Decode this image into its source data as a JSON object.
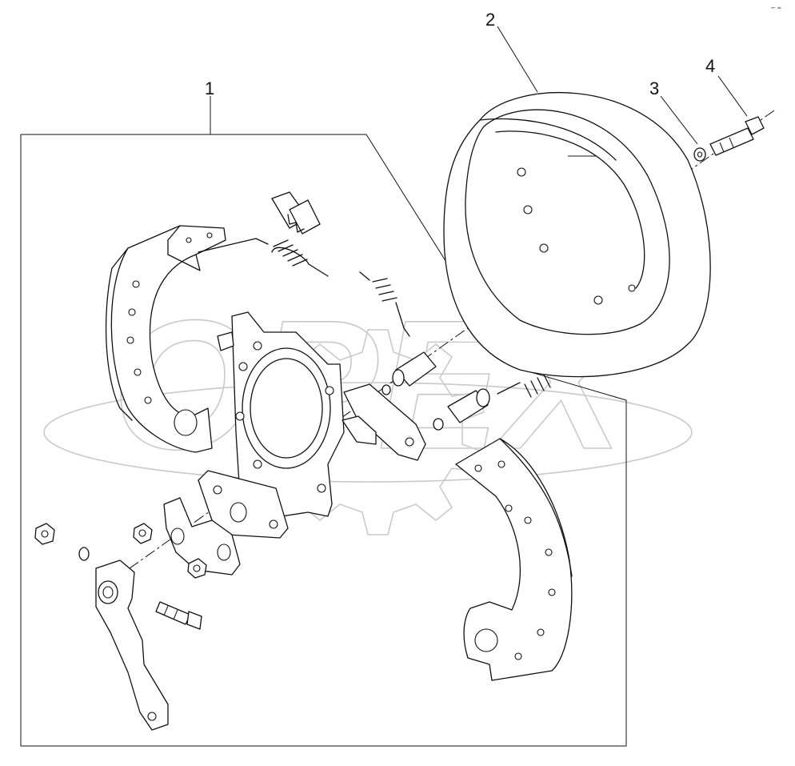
{
  "corner_mark": "⌐ ═",
  "watermark": {
    "text": "OPEX"
  },
  "callouts": [
    {
      "id": "1",
      "label": "1"
    },
    {
      "id": "2",
      "label": "2"
    },
    {
      "id": "3",
      "label": "3"
    },
    {
      "id": "4",
      "label": "4"
    }
  ],
  "parts": [
    {
      "id": "brake-shoe-assembly",
      "callout": "1"
    },
    {
      "id": "brake-drum",
      "callout": "2"
    },
    {
      "id": "washer",
      "callout": "3"
    },
    {
      "id": "bolt",
      "callout": "4"
    }
  ]
}
